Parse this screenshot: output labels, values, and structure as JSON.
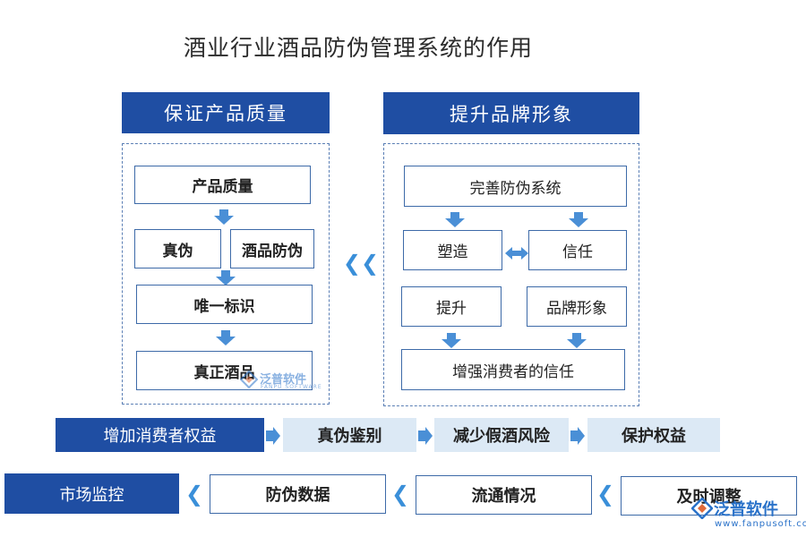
{
  "title": "酒业行业酒品防伪管理系统的作用",
  "left_panel": {
    "header": "保证产品质量",
    "box_top": "产品质量",
    "box_mid_left": "真伪",
    "box_mid_right": "酒品防伪",
    "box_unique": "唯一标识",
    "box_bottom": "真正酒品"
  },
  "right_panel": {
    "header": "提升品牌形象",
    "box_top": "完善防伪系统",
    "box_shape": "塑造",
    "box_trust": "信任",
    "box_improve": "提升",
    "box_brand": "品牌形象",
    "box_bottom": "增强消费者的信任"
  },
  "row1": {
    "start": "增加消费者权益",
    "step1": "真伪鉴别",
    "step2": "减少假酒风险",
    "step3": "保护权益"
  },
  "row2": {
    "start": "市场监控",
    "step1": "防伪数据",
    "step2": "流通情况",
    "step3": "及时调整"
  },
  "watermark": {
    "brand": "泛普软件",
    "url": "www.fanpusoft.com",
    "small_brand": "泛普软件",
    "small_sub": "FANPU SOFTWARE"
  },
  "colors": {
    "header_blue": "#1f4ea3",
    "border_blue": "#3d6aa8",
    "arrow_blue": "#4a8fd6",
    "light_fill": "#dce9f5"
  }
}
